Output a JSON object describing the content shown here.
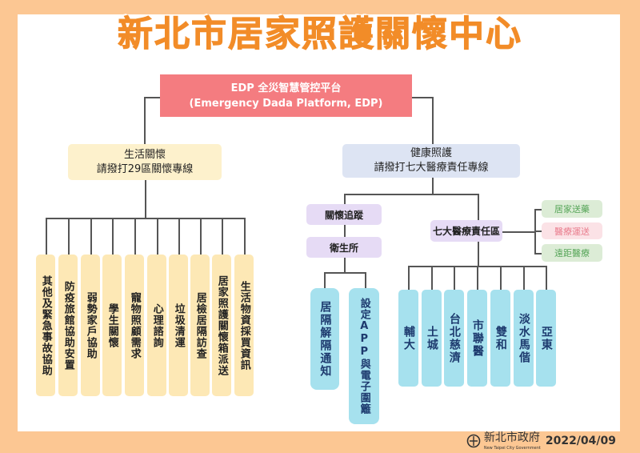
{
  "title": "新北市居家照護關懷中心",
  "root": {
    "line1": "EDP 全災智慧管控平台",
    "line2": "(Emergency Dada  Platform, EDP)"
  },
  "left": {
    "line1": "生活關懷",
    "line2": "請撥打29區關懷專線",
    "items": [
      "其他及緊急事故協助",
      "防疫旅館協助安置",
      "弱勢家戶協助",
      "學生關懷",
      "寵物照顧需求",
      "心理諮詢",
      "垃圾清運",
      "居檢居隔訪查",
      "居家照護關懷箱派送",
      "生活物資採買資訊"
    ]
  },
  "right": {
    "line1": "健康照護",
    "line2": "請撥打七大醫療責任專線",
    "tracking": "關懷追蹤",
    "health_center": "衛生所",
    "hc_items": [
      "居隔解隔通知",
      "設定APP與電子圍籬"
    ],
    "zone": "七大醫療責任區",
    "services": [
      "居家送藥",
      "醫療運送",
      "遠距醫療"
    ],
    "hospitals": [
      "輔大",
      "土城",
      "台北慈濟",
      "市聯醫",
      "雙和",
      "淡水馬偕",
      "亞東"
    ]
  },
  "footer": {
    "logo_text": "新北市政府",
    "logo_sub": "New Taipei City Government",
    "date": "2022/04/09"
  }
}
